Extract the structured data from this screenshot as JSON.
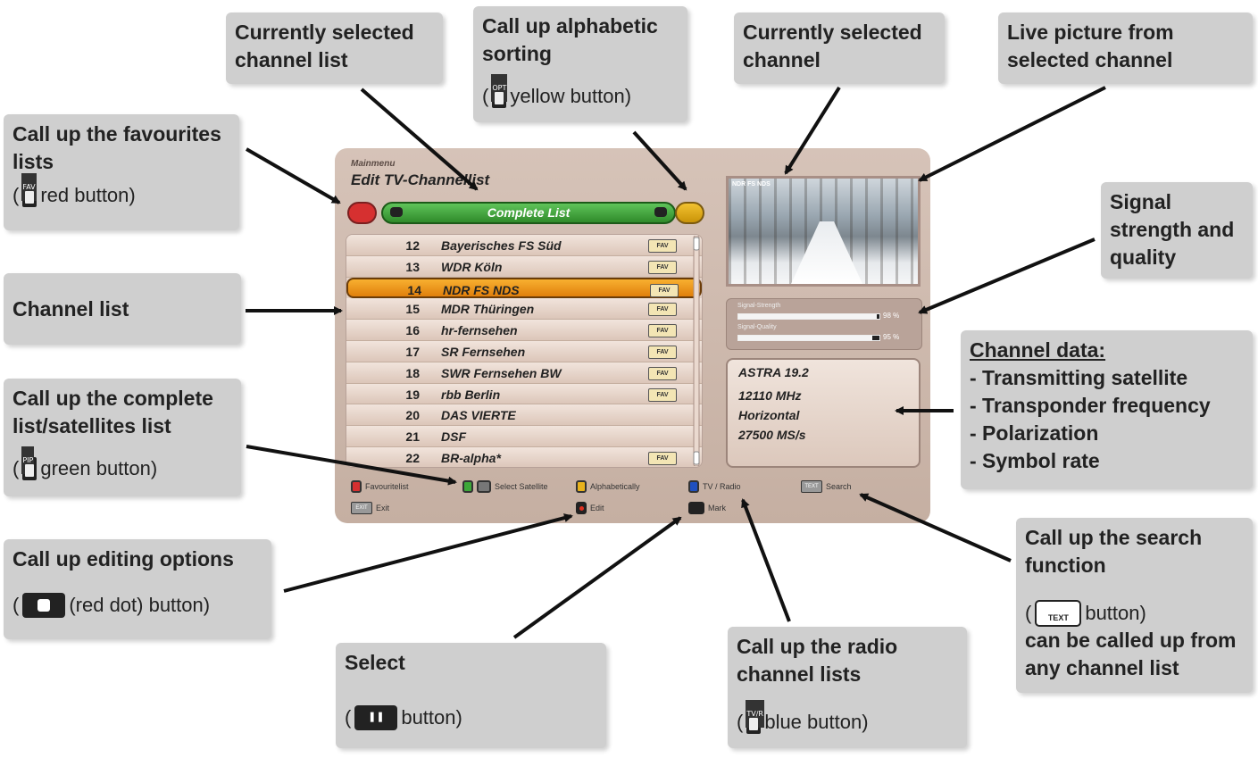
{
  "callouts": {
    "favourites": {
      "title": "Call up the favourites lists",
      "remote": "FAV",
      "sub": "red button)"
    },
    "channel_list_sel": {
      "title": "Currently selected channel list"
    },
    "alpha": {
      "title": "Call up alphabetic sorting",
      "remote": "OPT",
      "sub": "yellow button)"
    },
    "current_channel": {
      "title": "Currently selected channel"
    },
    "live_picture": {
      "title": "Live picture from selected channel"
    },
    "signal": {
      "title": "Signal strength and quality"
    },
    "channel_list": {
      "title": "Channel list"
    },
    "channel_data": {
      "title": "Channel data:",
      "items": [
        "- Transmitting satellite",
        "- Transponder frequency",
        "- Polarization",
        "- Symbol rate"
      ]
    },
    "complete_list": {
      "title": "Call up the complete list/satellites list",
      "remote": "PIP",
      "sub": "green button)"
    },
    "editing": {
      "title": "Call up editing options",
      "sub": "(red dot) button)"
    },
    "select": {
      "title": "Select",
      "sub": "button)"
    },
    "radio": {
      "title": "Call up the radio channel lists",
      "remote": "TV/R",
      "sub": "blue button)"
    },
    "search": {
      "title": "Call up the search function",
      "btn": "TEXT",
      "sub": "button)",
      "sub2": "can be called up from any channel list"
    }
  },
  "screen": {
    "menu_label": "Mainmenu",
    "title": "Edit TV-Channellist",
    "list_name": "Complete List",
    "preview_label": "NDR FS NDS",
    "signal_strength_label": "Signal-Strength",
    "signal_quality_label": "Signal-Quality",
    "signal_strength_value": "98 %",
    "signal_quality_value": "95 %",
    "signal_strength": 0.98,
    "signal_quality": 0.95,
    "channels": [
      {
        "num": "12",
        "name": "Bayerisches FS Süd",
        "fav": "FAV"
      },
      {
        "num": "13",
        "name": "WDR Köln",
        "fav": "FAV"
      },
      {
        "num": "14",
        "name": "NDR FS NDS",
        "fav": "FAV"
      },
      {
        "num": "15",
        "name": "MDR Thüringen",
        "fav": "FAV"
      },
      {
        "num": "16",
        "name": "hr-fernsehen",
        "fav": "FAV"
      },
      {
        "num": "17",
        "name": "SR Fernsehen",
        "fav": "FAV"
      },
      {
        "num": "18",
        "name": "SWR Fernsehen BW",
        "fav": "FAV"
      },
      {
        "num": "19",
        "name": "rbb Berlin",
        "fav": "FAV"
      },
      {
        "num": "20",
        "name": "DAS VIERTE",
        "fav": ""
      },
      {
        "num": "21",
        "name": "DSF",
        "fav": ""
      },
      {
        "num": "22",
        "name": "BR-alpha*",
        "fav": "FAV"
      }
    ],
    "channel_data": {
      "satellite": "ASTRA 19.2",
      "frequency": "12110 MHz",
      "polarization": "Horizontal",
      "symbol_rate": "27500 MS/s"
    },
    "legend": {
      "favouritelist": "Favouritelist",
      "select_satellite": "Select Satellite",
      "alphabetically": "Alphabetically",
      "tv_radio": "TV / Radio",
      "search": "Search",
      "exit": "Exit",
      "edit": "Edit",
      "mark": "Mark"
    },
    "colors": {
      "red": "#d63030",
      "green": "#3da838",
      "yellow": "#e8b21c",
      "blue": "#2050c0",
      "selected_row": "#f19a1c"
    }
  }
}
